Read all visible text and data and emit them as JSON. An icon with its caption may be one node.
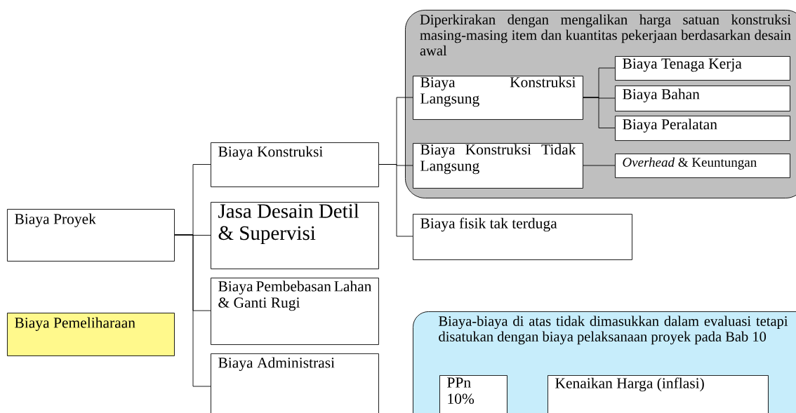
{
  "diagram": {
    "nodes": [
      {
        "text": [
          "Biaya Proyek"
        ]
      },
      {
        "text": [
          "Biaya Pemeliharaan"
        ]
      },
      {
        "text": [
          "Biaya Konstruksi"
        ]
      },
      {
        "text": [
          "Jasa Desain Detil & Supervisi"
        ]
      },
      {
        "text": [
          "Biaya Pembebasan Lahan & Ganti Rugi"
        ]
      },
      {
        "text": [
          "Biaya Administrasi"
        ]
      },
      {
        "text": [
          "Diperkirakan dengan mengalikan harga satuan konstruksi masing-masing item dan kuantitas pekerjaan berdasarkan desain awal"
        ]
      },
      {
        "text": [
          "Biaya Konstruksi Langsung"
        ],
        "in": 6
      },
      {
        "text": [
          "Biaya Konstruksi Tidak Langsung"
        ],
        "in": 6
      },
      {
        "text": [
          "Biaya Tenaga Kerja"
        ],
        "in": 6
      },
      {
        "text": [
          "Biaya Bahan"
        ],
        "in": 6
      },
      {
        "text": [
          "Biaya Peralatan"
        ],
        "in": 6
      },
      {
        "text": [
          "*Overhead* & Keuntungan"
        ],
        "in": 6
      },
      {
        "text": [
          "Biaya fisik tak terduga"
        ]
      },
      {
        "text": [
          "Biaya-biaya di atas tidak dimasukkan dalam evaluasi tetapi disatukan dengan biaya pelaksanaan proyek pada Bab 10"
        ]
      },
      {
        "text": [
          "PPn 10%"
        ],
        "in": 14
      },
      {
        "text": [
          "Kenaikan Harga (inflasi)"
        ],
        "in": 14
      }
    ],
    "edges": [
      {
        "from": 0,
        "to": 2,
        "arrow": "none"
      },
      {
        "from": 0,
        "to": 3,
        "arrow": "none"
      },
      {
        "from": 0,
        "to": 4,
        "arrow": "none"
      },
      {
        "from": 0,
        "to": 5,
        "arrow": "none"
      },
      {
        "from": 2,
        "to": 7,
        "arrow": "none"
      },
      {
        "from": 2,
        "to": 8,
        "arrow": "none"
      },
      {
        "from": 2,
        "to": 13,
        "arrow": "none"
      },
      {
        "from": 7,
        "to": 9,
        "arrow": "none"
      },
      {
        "from": 7,
        "to": 10,
        "arrow": "none"
      },
      {
        "from": 7,
        "to": 11,
        "arrow": "none"
      },
      {
        "from": 8,
        "to": 12,
        "arrow": "none"
      }
    ]
  }
}
